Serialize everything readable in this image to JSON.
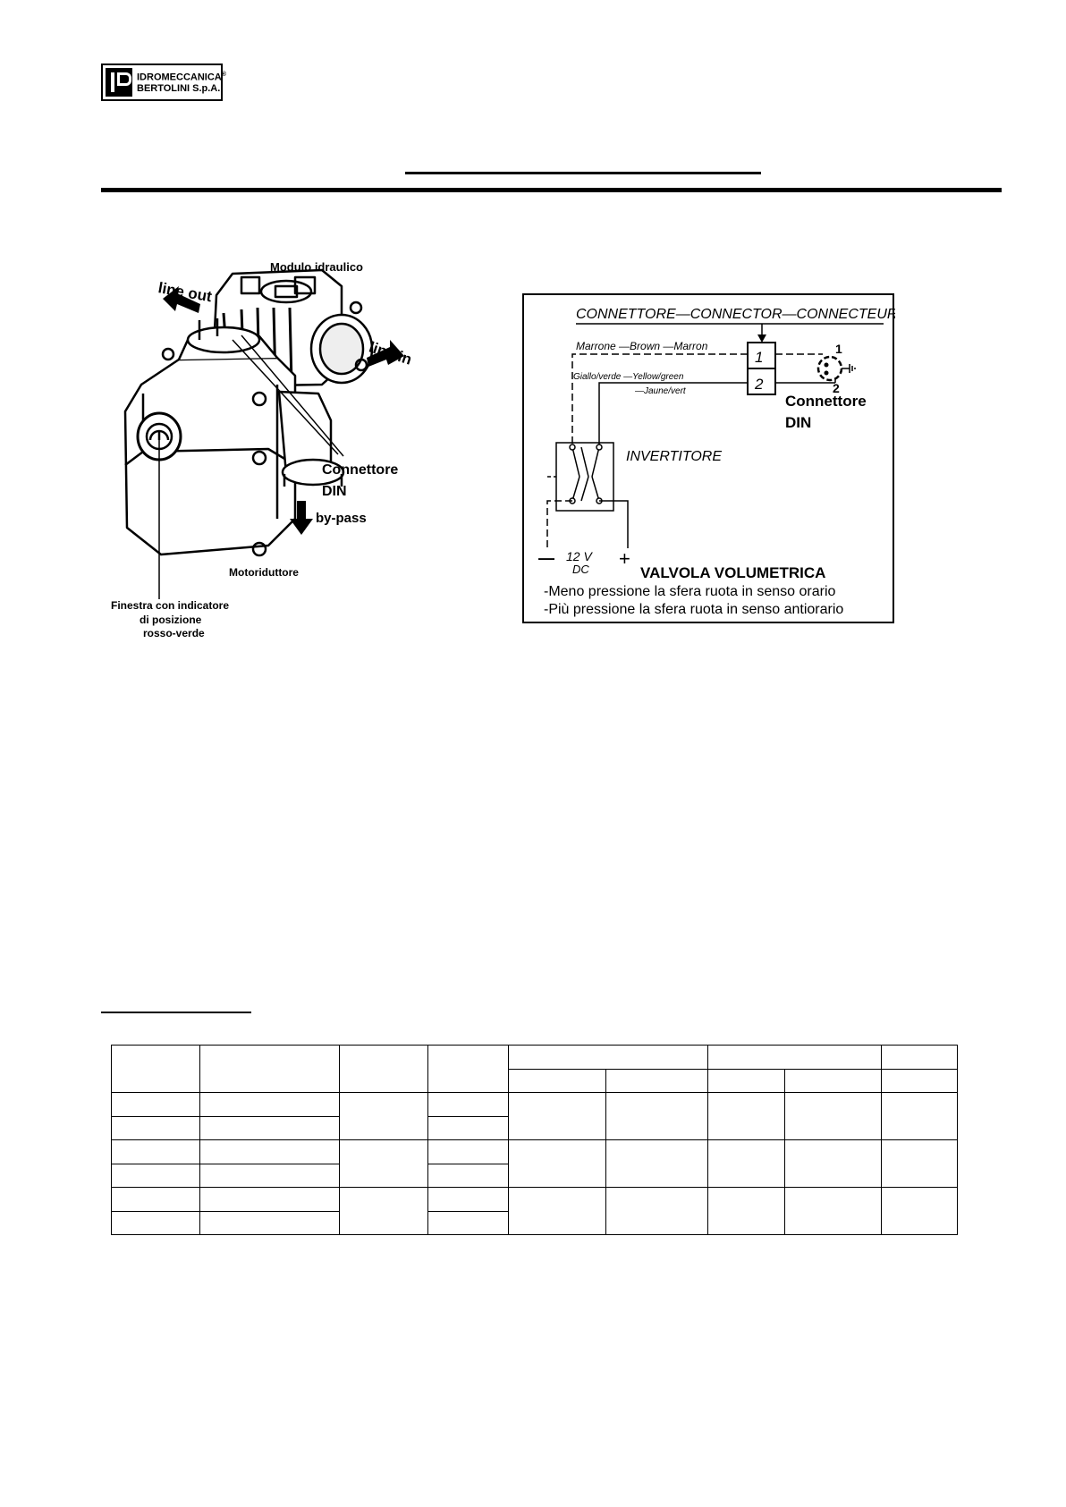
{
  "brand": {
    "name_line1": "IDROMECCANICA",
    "name_line2": "BERTOLINI S.p.A.",
    "registered_mark": "®"
  },
  "photo_labels": {
    "module": "Modulo idraulico",
    "line_out": "line out",
    "line_in": "line in",
    "connector_line1": "Connettore",
    "connector_line2": "DIN",
    "bypass": "by-pass",
    "gearmotor": "Motoriduttore",
    "window_line1": "Finestra con indicatore",
    "window_line2": "di posizione",
    "window_line3": "rosso-verde"
  },
  "wiring": {
    "header": "CONNETTORE—CONNECTOR—CONNECTEUR",
    "wire1": "Marrone —Brown —Marron",
    "wire2a": "Giallo/verde —Yellow/green",
    "wire2b": "—Jaune/vert",
    "pin1": "1",
    "pin2": "2",
    "din_pin1": "1",
    "din_pin2": "2",
    "din_line1": "Connettore",
    "din_line2": "DIN",
    "inverter": "INVERTITORE",
    "minus": "—",
    "voltage": "12  V",
    "current": "DC",
    "plus": "+",
    "title": "VALVOLA VOLUMETRICA",
    "note1": "-Meno pressione la sfera ruota in senso orario",
    "note2": "-Più pressione la sfera ruota in senso antiorario"
  }
}
